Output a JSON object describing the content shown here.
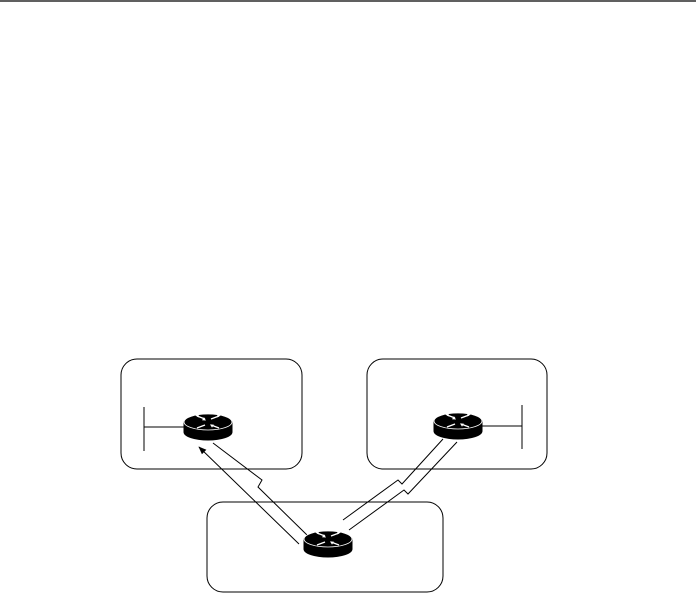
{
  "diagram": {
    "type": "network-topology",
    "colors": {
      "stroke": "#000000",
      "router_body": "#000000",
      "router_arrows": "#ffffff",
      "background": "#ffffff"
    },
    "nodes": [
      {
        "id": "router-left",
        "icon": "router-icon",
        "lan_segment": "left"
      },
      {
        "id": "router-right",
        "icon": "router-icon",
        "lan_segment": "right"
      },
      {
        "id": "router-bottom",
        "icon": "router-icon",
        "lan_segment": "none"
      }
    ],
    "links": [
      {
        "from": "router-bottom",
        "to": "router-left",
        "style": "serial-lightning-arrow"
      },
      {
        "from": "router-bottom",
        "to": "router-right",
        "style": "serial-lightning-double"
      }
    ]
  }
}
